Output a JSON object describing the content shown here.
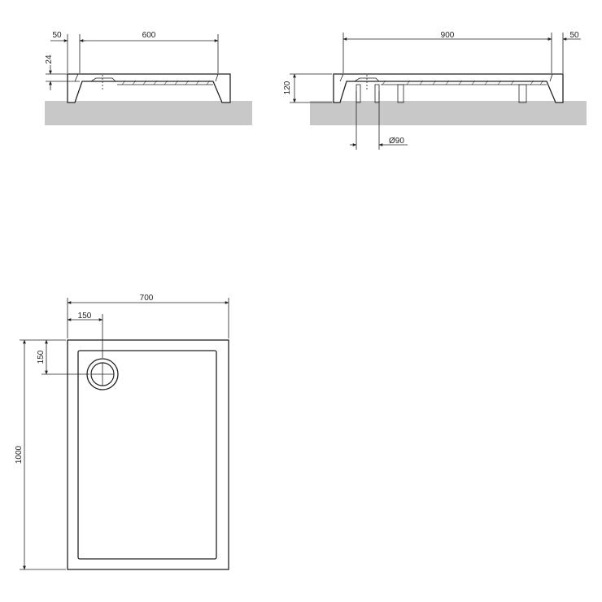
{
  "side_view_left": {
    "dims": {
      "edge": "50",
      "length": "600",
      "depth": "24"
    }
  },
  "side_view_right": {
    "dims": {
      "length": "900",
      "edge": "50",
      "height": "120",
      "drain": "Ø90"
    }
  },
  "top_view": {
    "dims": {
      "width": "700",
      "drain_x": "150",
      "drain_y": "150",
      "height": "1000"
    }
  },
  "colors": {
    "ground": "#c8c8c8",
    "line": "#222222"
  }
}
